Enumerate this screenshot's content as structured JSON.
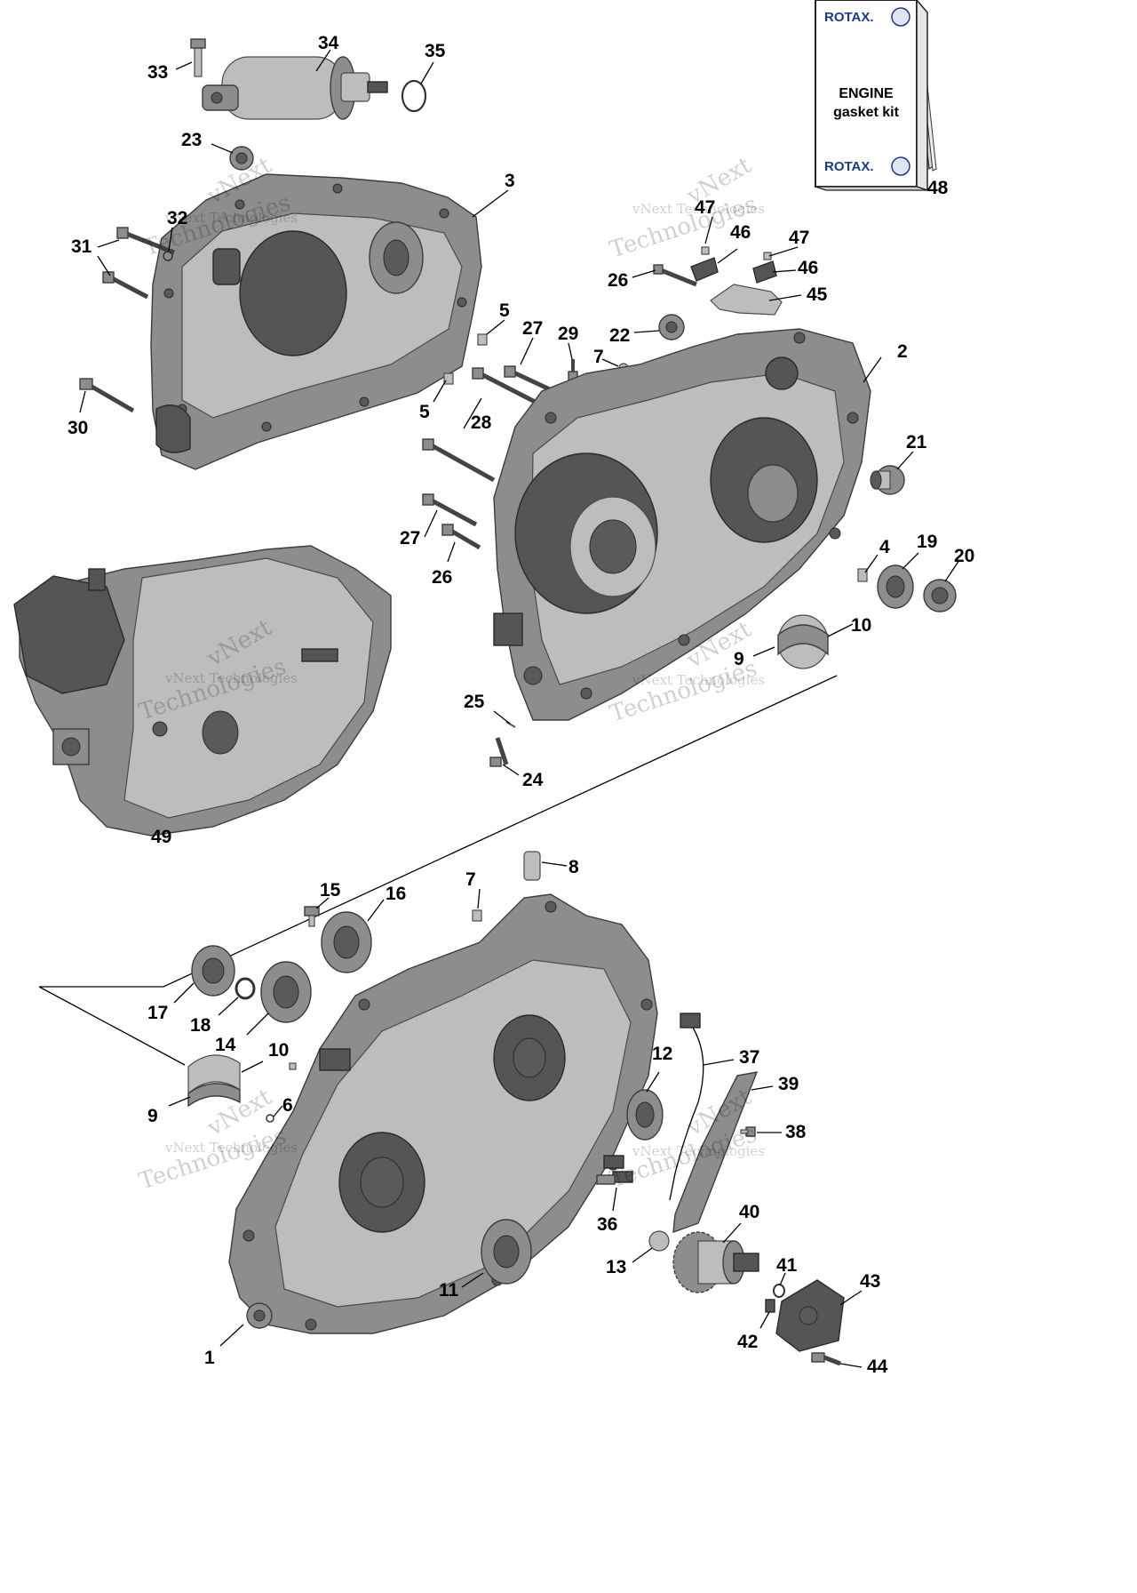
{
  "kit": {
    "brand_top": "ROTAX.",
    "line1": "ENGINE",
    "line2": "gasket kit",
    "brand_bottom": "ROTAX."
  },
  "watermark": {
    "line1": "vNext Technologies",
    "line2": "vNext",
    "line3": "Technologies"
  },
  "callouts": {
    "c1": "1",
    "c2": "2",
    "c3": "3",
    "c4": "4",
    "c5a": "5",
    "c5b": "5",
    "c6": "6",
    "c7a": "7",
    "c7b": "7",
    "c8": "8",
    "c9a": "9",
    "c9b": "9",
    "c10a": "10",
    "c10b": "10",
    "c11": "11",
    "c12": "12",
    "c13": "13",
    "c14": "14",
    "c15": "15",
    "c16": "16",
    "c17": "17",
    "c18": "18",
    "c19": "19",
    "c20": "20",
    "c21": "21",
    "c22": "22",
    "c23": "23",
    "c24": "24",
    "c25": "25",
    "c26a": "26",
    "c26b": "26",
    "c27a": "27",
    "c27b": "27",
    "c28": "28",
    "c29": "29",
    "c30": "30",
    "c31": "31",
    "c32": "32",
    "c33": "33",
    "c34": "34",
    "c35": "35",
    "c36": "36",
    "c37": "37",
    "c38": "38",
    "c39": "39",
    "c40": "40",
    "c41": "41",
    "c42": "42",
    "c43": "43",
    "c44": "44",
    "c45": "45",
    "c46": "46",
    "c47a": "47",
    "c47b": "47",
    "c48": "48",
    "c49": "49"
  }
}
